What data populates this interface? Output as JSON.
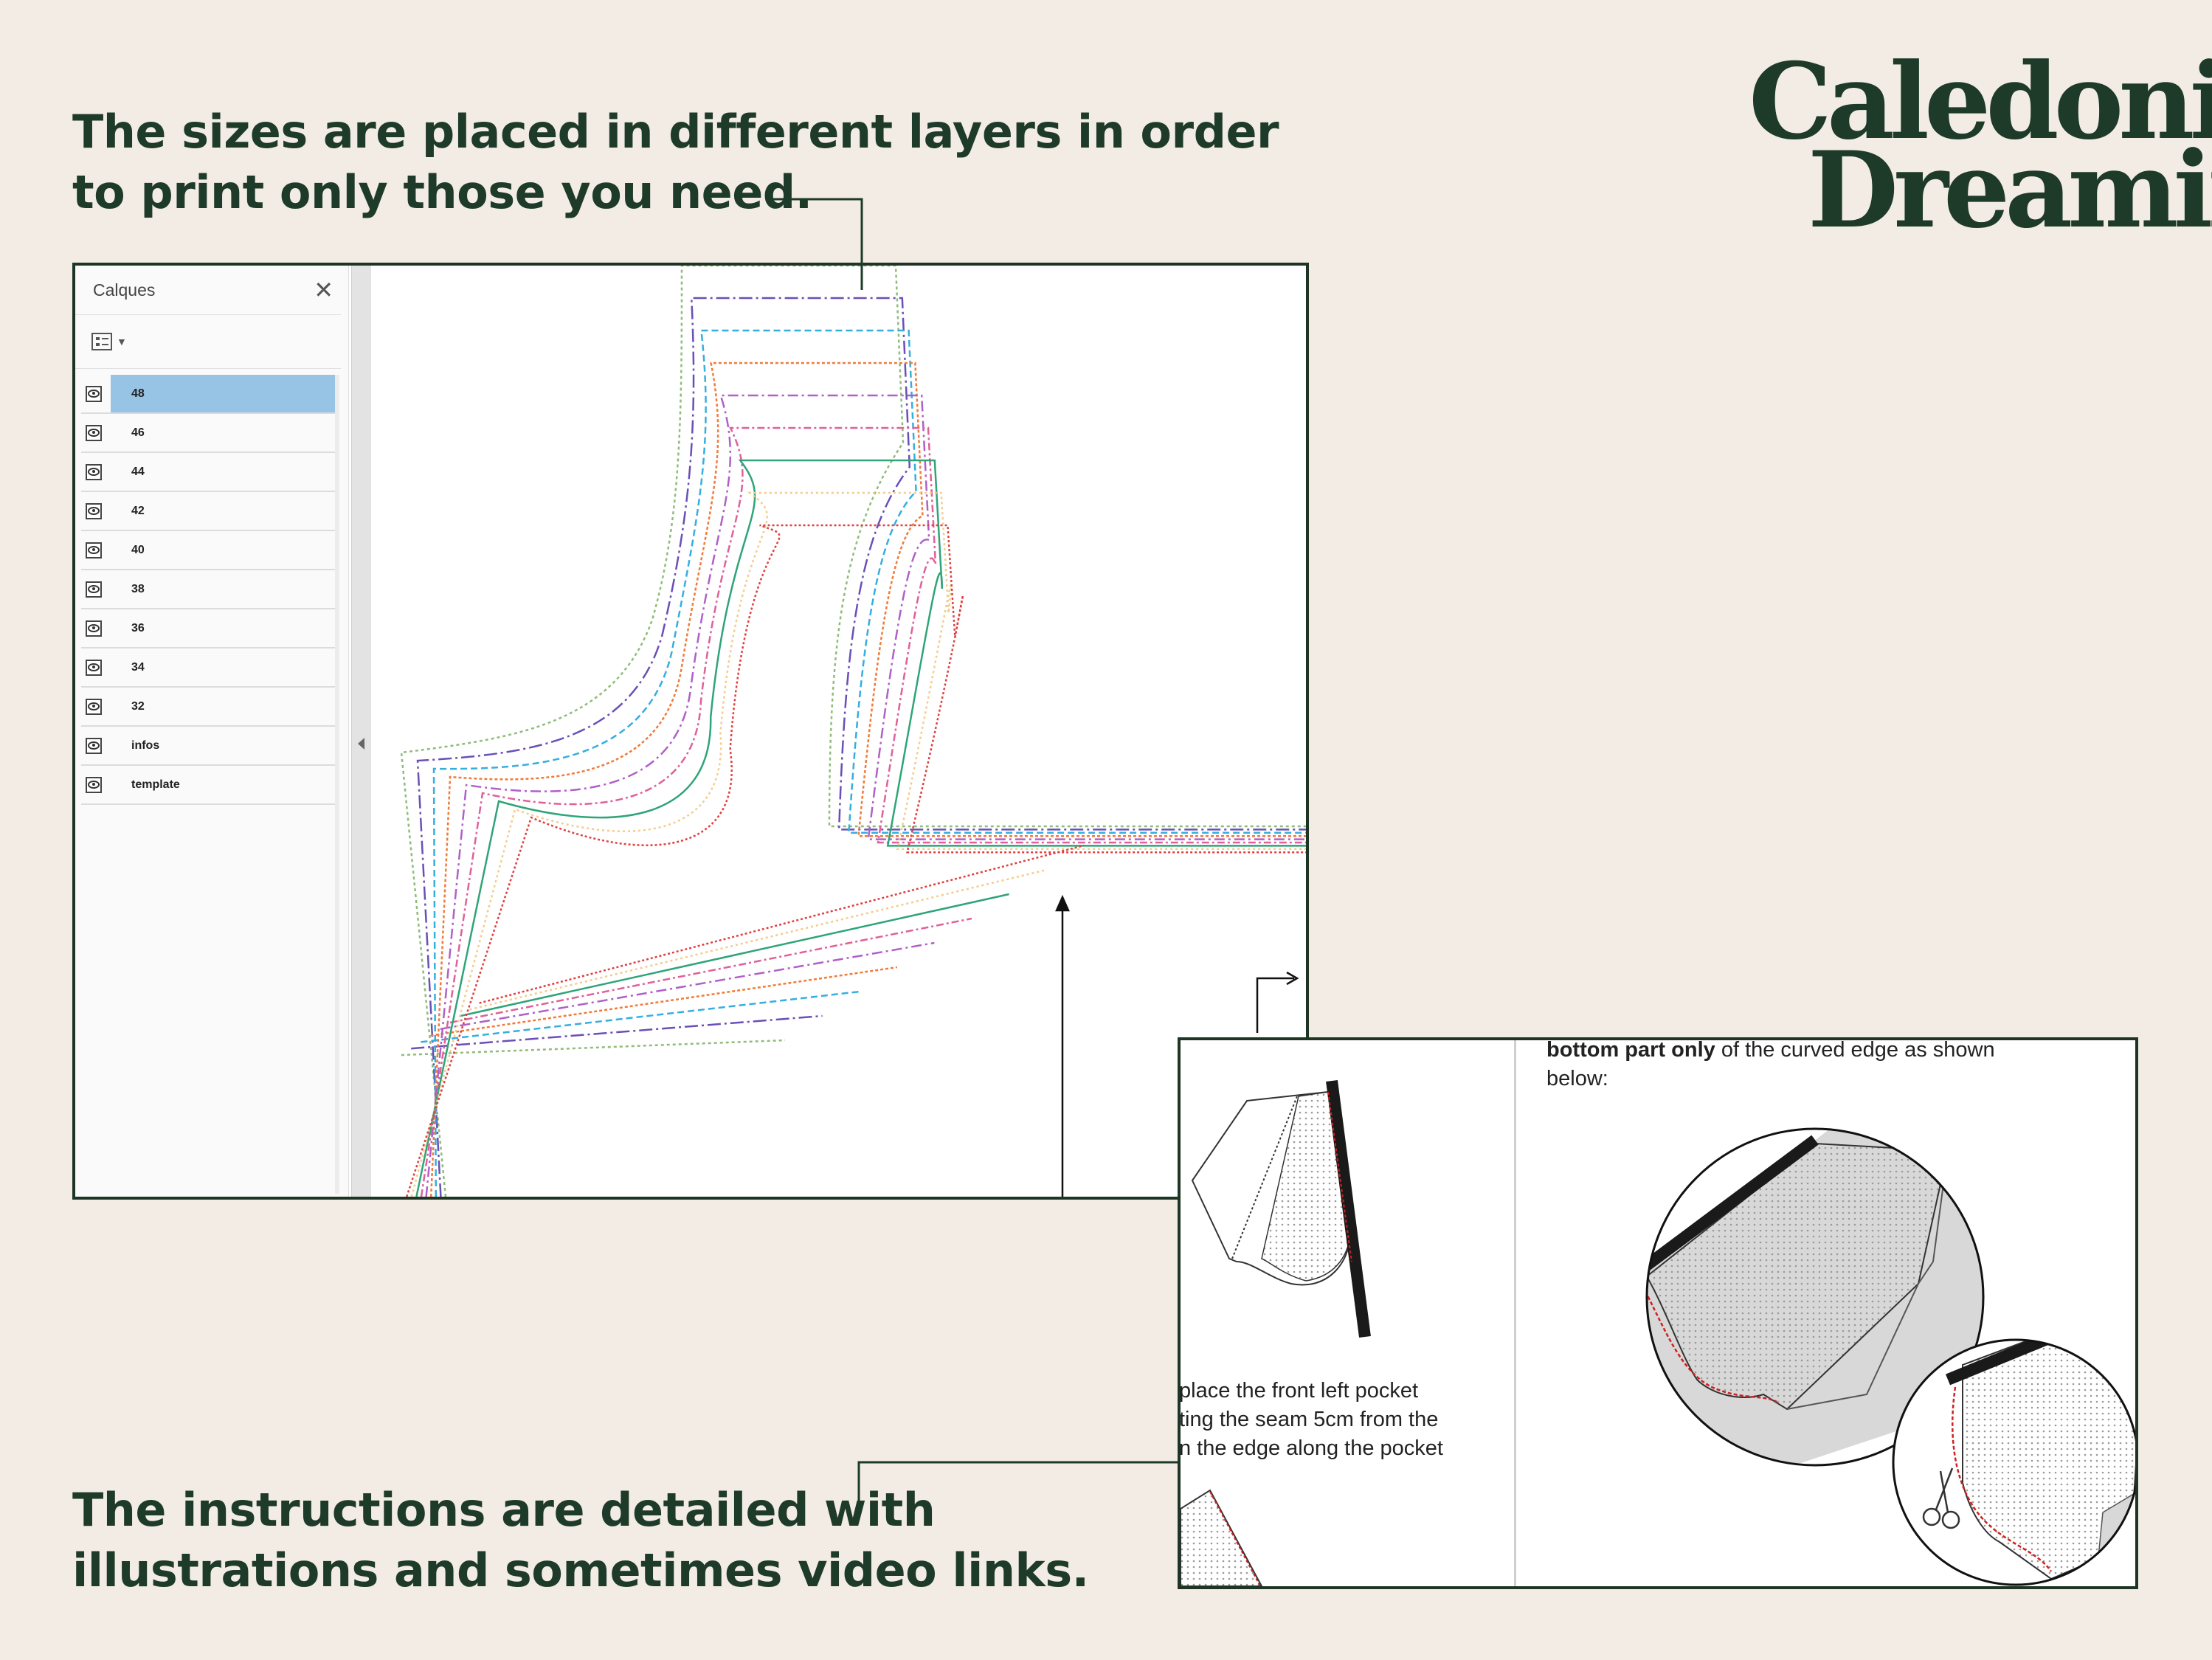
{
  "captions": {
    "top": [
      "The sizes are placed in different layers in order",
      "to print only those you need."
    ],
    "bottom": [
      "The instructions are detailed with",
      "illustrations and sometimes video links."
    ]
  },
  "logo": {
    "line1": "Caledonia",
    "line2": "Dreamin’"
  },
  "layers_panel": {
    "title": "Calques",
    "close_icon": "close-icon",
    "options_icon": "list-options-icon",
    "layers": [
      {
        "name": "48",
        "selected": true
      },
      {
        "name": "46",
        "selected": false
      },
      {
        "name": "44",
        "selected": false
      },
      {
        "name": "42",
        "selected": false
      },
      {
        "name": "40",
        "selected": false
      },
      {
        "name": "38",
        "selected": false
      },
      {
        "name": "36",
        "selected": false
      },
      {
        "name": "34",
        "selected": false
      },
      {
        "name": "32",
        "selected": false
      },
      {
        "name": "infos",
        "selected": false
      },
      {
        "name": "template",
        "selected": false
      }
    ],
    "selected_color": "#97c3e4"
  },
  "size_line_colors": [
    "#8fbc7a",
    "#6a4fb8",
    "#35aee0",
    "#f07b3a",
    "#b060c8",
    "#e0609a",
    "#2fa478",
    "#f2cc8a",
    "#e04040"
  ],
  "instructions": {
    "right_bold": "bottom part only",
    "right_rest": " of the curved edge as shown",
    "right_line2": "below:",
    "left_lines": [
      "place the front left pocket",
      "ting the seam 5cm from the",
      "n the edge along the pocket"
    ]
  },
  "colors": {
    "background": "#f2ece5",
    "brand_green": "#1e3a28"
  }
}
